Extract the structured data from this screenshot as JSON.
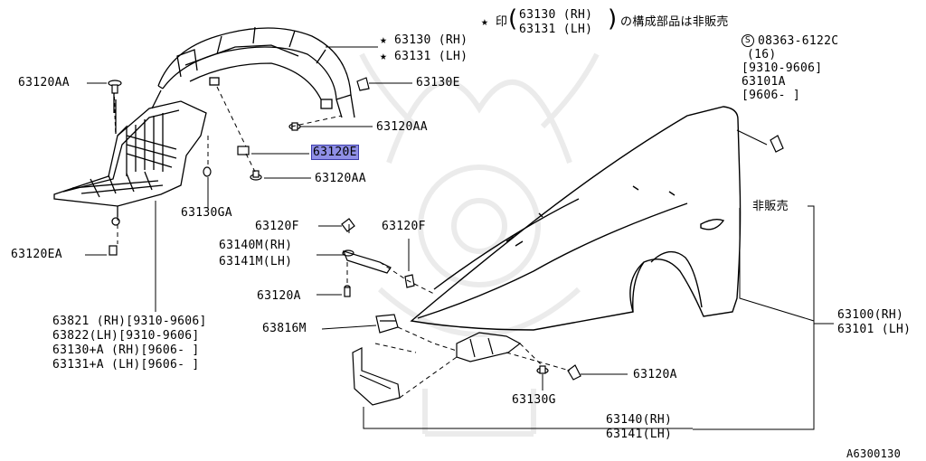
{
  "note": {
    "star": "★",
    "mark": "印",
    "line1": "63130 (RH)",
    "line2": "63131 (LH)",
    "suffix": "の構成部品は非販売"
  },
  "parts": {
    "p63130_rh": "63130 (RH)",
    "p63131_lh": "63131 (LH)",
    "p63120aa_top": "63120AA",
    "p63130e": "63130E",
    "p63120aa_mid": "63120AA",
    "p63120e": "63120E",
    "p63120aa_low": "63120AA",
    "p63130ga": "63130GA",
    "p63120ea": "63120EA",
    "p63120f_left": "63120F",
    "p63120f_right": "63120F",
    "p63140m": "63140M(RH)",
    "p63141m": "63141M(LH)",
    "p63120a_left": "63120A",
    "p63816m": "63816M",
    "p63130g": "63130G",
    "p63120a_right": "63120A",
    "p63140": "63140(RH)",
    "p63141": "63141(LH)",
    "p63100": "63100(RH)",
    "p63101": "63101 (LH)",
    "not_for_sale": "非販売",
    "bolt_code": "08363-6122C",
    "bolt_qty": "(16)",
    "bolt_date": "[9310-9606]",
    "p63101a": "63101A",
    "p63101a_date": "[9606-     ]",
    "circled_s": "S"
  },
  "list": {
    "l1": "63821 (RH)[9310-9606]",
    "l2": "63822(LH)[9310-9606]",
    "l3": "63130+A (RH)[9606-     ]",
    "l4": "63131+A (LH)[9606-     ]"
  },
  "diagram_id": "A6300130"
}
